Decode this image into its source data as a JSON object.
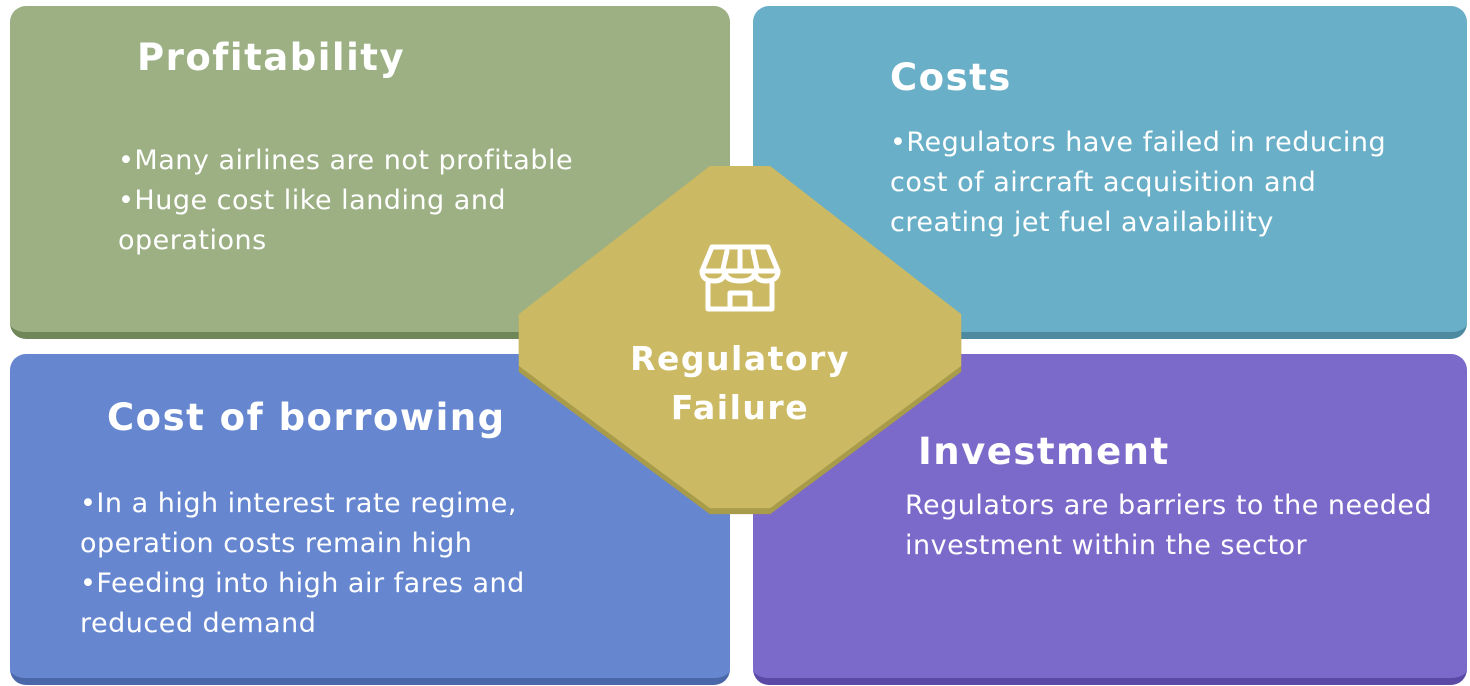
{
  "center": {
    "line1": "Regulatory",
    "line2": "Failure",
    "icon": "storefront-icon"
  },
  "quadrants": {
    "profitability": {
      "title": "Profitability",
      "lines": [
        "•Many airlines are not profitable",
        "•Huge cost like landing and operations"
      ]
    },
    "costs": {
      "title": "Costs",
      "lines": [
        "•Regulators have failed in reducing cost of aircraft acquisition and creating jet fuel availability"
      ]
    },
    "borrowing": {
      "title": "Cost of borrowing",
      "lines": [
        "•In a high interest rate regime, operation costs remain high",
        "•Feeding into high air fares and reduced demand"
      ]
    },
    "investment": {
      "title": "Investment",
      "lines": [
        "Regulators are barriers to the needed investment within the sector"
      ]
    }
  },
  "colors": {
    "profitability": "#9cb084",
    "costs": "#6aafc8",
    "borrowing": "#6687d0",
    "investment": "#7b6ac9",
    "center": "#cbb963"
  }
}
